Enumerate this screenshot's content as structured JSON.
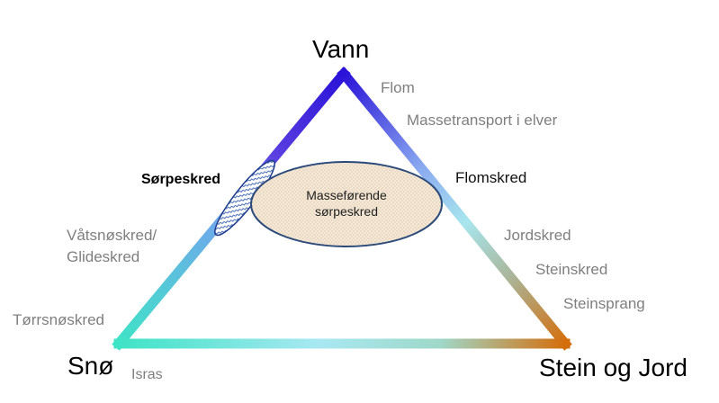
{
  "vertices": {
    "top": "Vann",
    "left": "Snø",
    "right": "Stein og Jord"
  },
  "labels": {
    "flom": "Flom",
    "massetransport": "Massetransport i elver",
    "flomskred": "Flomskred",
    "jordskred": "Jordskred",
    "steinskred": "Steinskred",
    "steinsprang": "Steinsprang",
    "sorpeskred": "Sørpeskred",
    "vatsnoskred_1": "Våtsnøskred/",
    "vatsnoskred_2": "Glideskred",
    "torrsnoskred": "Tørrsnøskred",
    "isras": "Isras"
  },
  "center_ellipse": {
    "line1": "Masseførende",
    "line2": "sørpeskred"
  },
  "colors": {
    "water": "#3b1fd6",
    "snow": "#3fe0c8",
    "earth": "#d0700e",
    "sky": "#a8e4f0",
    "ellipse_fill": "#f6ead8",
    "ellipse_stroke": "#2c4a7a"
  }
}
